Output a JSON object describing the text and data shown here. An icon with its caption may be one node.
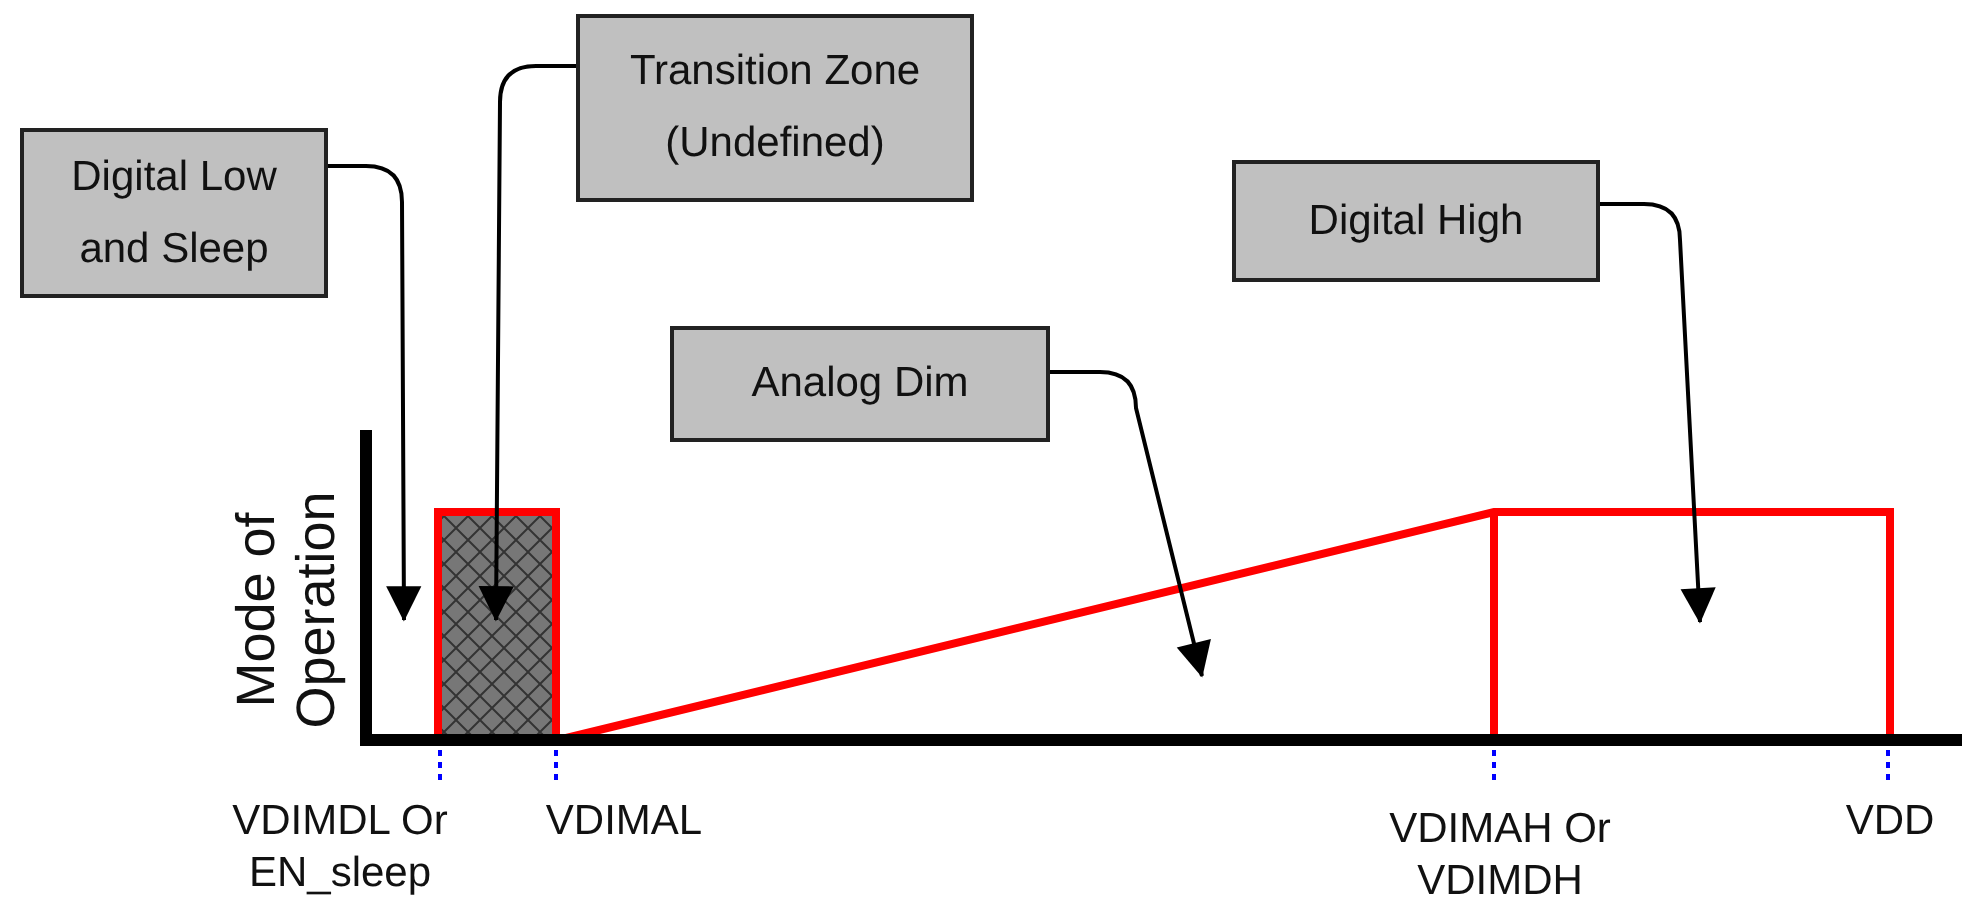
{
  "diagram": {
    "nodes": [
      {
        "text": [
          "Transition Zone (Undefined)"
        ]
      },
      {
        "text": [
          "Digital Low and Sleep"
        ]
      },
      {
        "text": [
          "Digital High"
        ]
      },
      {
        "text": [
          "Analog Dim"
        ]
      }
    ],
    "edges": [
      {
        "from": 0,
        "to": null,
        "arrow": "to"
      },
      {
        "from": 1,
        "to": null,
        "arrow": "to"
      },
      {
        "from": 2,
        "to": null,
        "arrow": "to"
      },
      {
        "from": 3,
        "to": null,
        "arrow": "to"
      }
    ],
    "labels": [
      "Mode of Operation",
      "VDIMDL Or EN_sleep",
      "VDIMAL",
      "VDIMAH Or VDIMDH",
      "VDD"
    ]
  }
}
